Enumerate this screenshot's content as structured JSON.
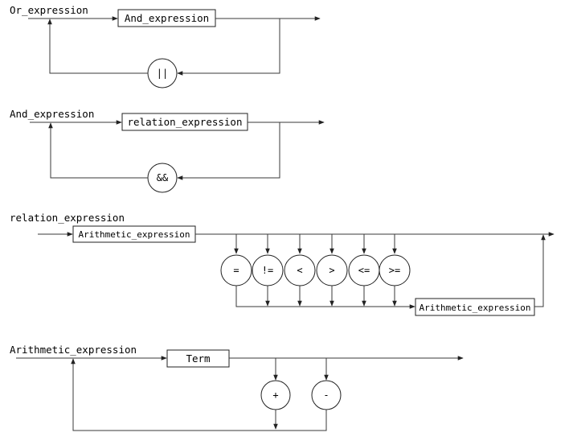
{
  "rules": {
    "or": {
      "title": "Or_expression",
      "box": "And_expression",
      "op": "||"
    },
    "and": {
      "title": "And_expression",
      "box": "relation_expression",
      "op": "&&"
    },
    "relation": {
      "title": "relation_expression",
      "box_left": "Arithmetic_expression",
      "box_right": "Arithmetic_expression",
      "ops": [
        "=",
        "!=",
        "<",
        ">",
        "<=",
        ">="
      ]
    },
    "arith": {
      "title": "Arithmetic_expression",
      "box": "Term",
      "ops": [
        "+",
        "-"
      ]
    }
  }
}
